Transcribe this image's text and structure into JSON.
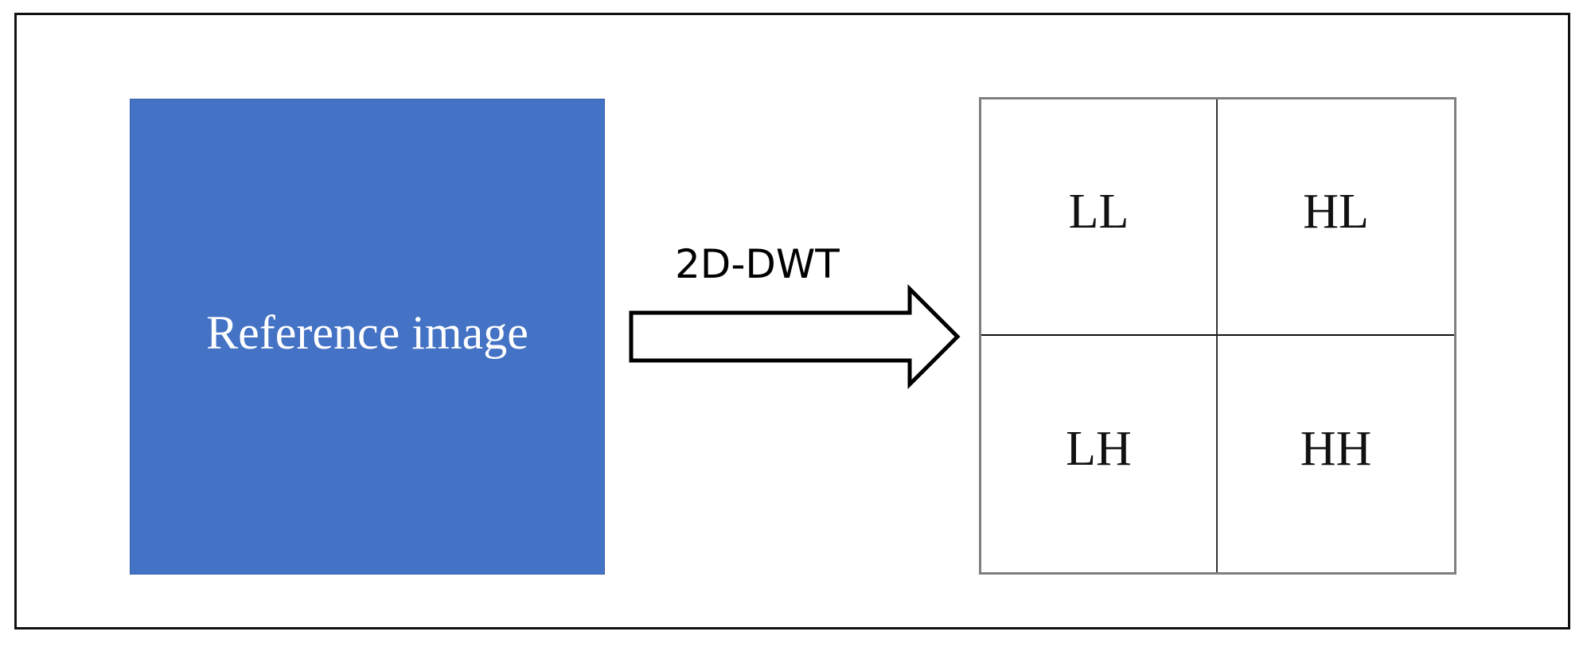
{
  "input": {
    "label": "Reference image",
    "fill_color": "#4472c4",
    "text_color": "#ffffff"
  },
  "transform": {
    "label": "2D-DWT"
  },
  "subbands": {
    "ll": "LL",
    "hl": "HL",
    "lh": "LH",
    "hh": "HH"
  }
}
